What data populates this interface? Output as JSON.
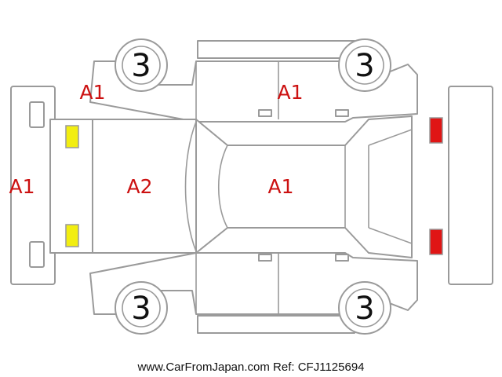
{
  "colors": {
    "outline": "#9a9a9a",
    "damage_code": "#cc1111",
    "front_lamp": "#f2ee10",
    "rear_lamp": "#e01515"
  },
  "damage_codes": {
    "front_bumper": "A1",
    "front_left_fender": "A1",
    "bonnet": "A2",
    "roof": "A1",
    "left_rear_door": "A1"
  },
  "tire_grades": {
    "front_left": "3",
    "rear_left": "3",
    "front_right": "3",
    "rear_right": "3"
  },
  "footer": "www.CarFromJapan.com Ref: CFJ1125694"
}
